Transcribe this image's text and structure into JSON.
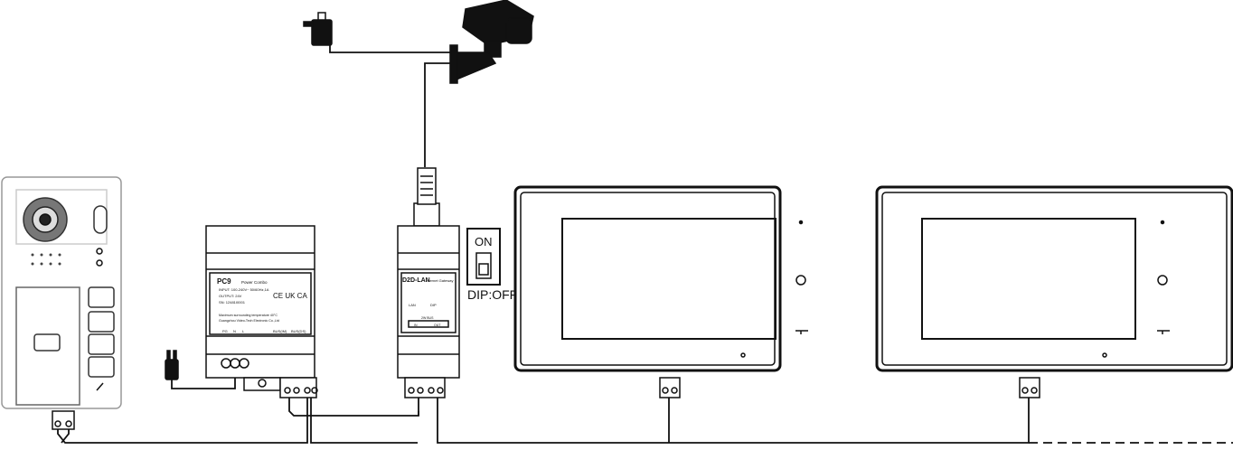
{
  "power_supply": {
    "model": "PC9",
    "type": "Power Combo",
    "input": "INPUT: 100-240V~ 50/60Hz,1A",
    "output": "OUTPUT: 24V",
    "sn": "SN: 12481I0001",
    "note1": "Maximum surrounding temperature 40°C",
    "note2": "Guangzhou Video-Tech Electronic Co.,Ltd",
    "marks": "CE UK CA",
    "terminals": [
      "PG",
      "N",
      "L",
      "BUS(IM)",
      "BUS(DS)"
    ]
  },
  "gateway": {
    "model": "D2D-LAN",
    "type": "Internet Gateway",
    "port_lan": "LAN",
    "port_dip": "DIP",
    "bus_label": "2W BUS",
    "bus_in": "IN",
    "bus_out": "OUT"
  },
  "dip_switch": {
    "on_label": "ON",
    "caption": "DIP:OFF"
  }
}
